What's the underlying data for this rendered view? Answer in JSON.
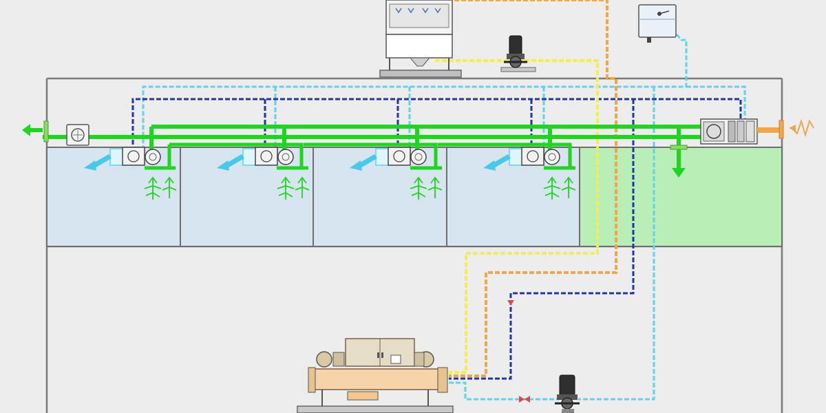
{
  "title": "",
  "colors": {
    "background": "#ededed",
    "building_outline": "#7a7a7a",
    "room_fill": "#d7e5f0",
    "green_room_fill": "#b9efb7",
    "air_duct_green": "#1fd51f",
    "chilled_supply_blue": "#2233aa",
    "cooling_water_cyan": "#5fd4ee",
    "cooling_return_orange": "#f0a64a",
    "cooling_supply_yellow": "#f4ec52",
    "chiller_body": "#f6d3a8",
    "chiller_panel": "#e6ddc8",
    "pump_dark": "#3b3b3b",
    "valve_red": "#e04646"
  },
  "equipment": {
    "cooling_tower": "cooling-tower",
    "expansion_tank": "expansion-tank",
    "chiller": "water-cooled-chiller",
    "pumps": [
      "cooling-water-pump",
      "chilled-water-pump"
    ],
    "air_handling_unit": "fresh-air-unit",
    "exhaust_fan": "exhaust-fan",
    "fan_coil_units": [
      "fcu-room-1",
      "fcu-room-2",
      "fcu-room-3",
      "fcu-room-4"
    ]
  },
  "rooms": [
    "room-1",
    "room-2",
    "room-3",
    "room-4",
    "room-5"
  ]
}
